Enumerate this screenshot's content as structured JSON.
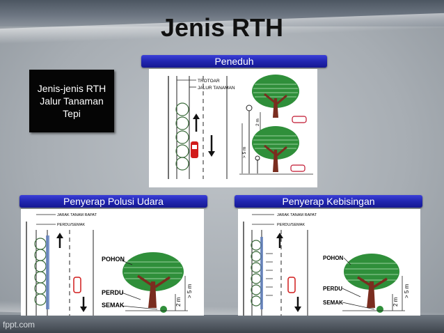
{
  "slide": {
    "title": "Jenis RTH",
    "side_box_text": "Jenis-jenis RTH Jalur Tanaman Tepi",
    "footer_brand": "fppt.com"
  },
  "panels": {
    "peneduh": {
      "label": "Peneduh",
      "callouts": [
        "TROTOAR",
        "JALUR TANAMAN"
      ],
      "dim_labels": [
        "> 5 m",
        "2 m"
      ]
    },
    "polusi": {
      "label": "Penyerap Polusi Udara",
      "callouts": [
        "JARAK TANAM RAPAT",
        "PERDU/SEMAK"
      ],
      "tree_labels": [
        "POHON",
        "PERDU",
        "SEMAK"
      ],
      "dim_labels": [
        "2 m",
        "> 5 m"
      ]
    },
    "kebisingan": {
      "label": "Penyerap Kebisingan",
      "callouts": [
        "JARAK TANAM RAPAT",
        "PERDU/SEMAK"
      ],
      "tree_labels": [
        "POHON",
        "PERDU",
        "SEMAK"
      ],
      "dim_labels": [
        "2 m",
        "> 5 m"
      ]
    }
  },
  "colors": {
    "label_blue": "#2126b0",
    "tree_green": "#2f8f3a",
    "trunk_brown": "#7a2d1f",
    "car_red": "#d11a1a"
  }
}
